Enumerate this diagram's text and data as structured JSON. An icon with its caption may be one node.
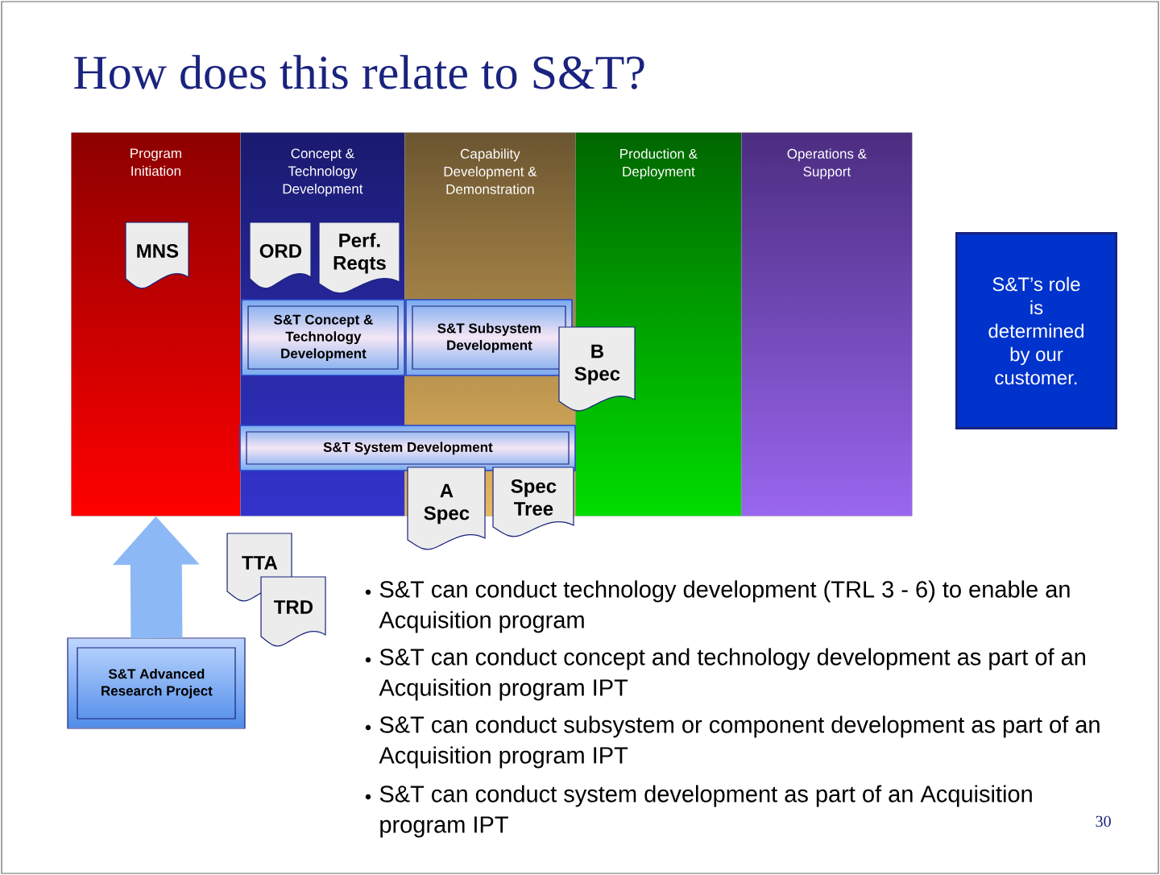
{
  "diagram": {
    "title": "How does this relate to S&T?",
    "nodes": [
      {
        "text": [
          "Program Initiation"
        ]
      },
      {
        "text": [
          "Concept & Technology Development"
        ]
      },
      {
        "text": [
          "Capability Development & Demonstration"
        ]
      },
      {
        "text": [
          "Production & Deployment"
        ]
      },
      {
        "text": [
          "Operations & Support"
        ]
      },
      {
        "text": [
          "MNS"
        ],
        "in": 0
      },
      {
        "text": [
          "ORD"
        ],
        "in": 1
      },
      {
        "text": [
          "Perf. Reqts"
        ],
        "in": 1
      },
      {
        "text": [
          "S&T Concept & Technology Development"
        ],
        "in": 1
      },
      {
        "text": [
          "S&T Subsystem Development"
        ],
        "in": 2
      },
      {
        "text": [
          "B Spec"
        ]
      },
      {
        "text": [
          "S&T System Development"
        ]
      },
      {
        "text": [
          "A Spec"
        ]
      },
      {
        "text": [
          "Spec Tree"
        ]
      },
      {
        "text": [
          "S&T’s role is determined by our customer."
        ]
      },
      {
        "text": [
          "S&T Advanced Research Project"
        ]
      },
      {
        "text": [
          "TTA"
        ]
      },
      {
        "text": [
          "TRD"
        ]
      }
    ],
    "edges": [
      {
        "from": 15,
        "to": 0,
        "arrow": "to"
      }
    ],
    "labels": [
      "S&T can conduct technology development (TRL 3 - 6) to enable an Acquisition program",
      "S&T can conduct concept and technology development as part of an Acquisition program IPT",
      "S&T can conduct subsystem or component development as part of an Acquisition program IPT",
      "S&T can conduct system development as part of an Acquisition program IPT",
      "30"
    ]
  }
}
